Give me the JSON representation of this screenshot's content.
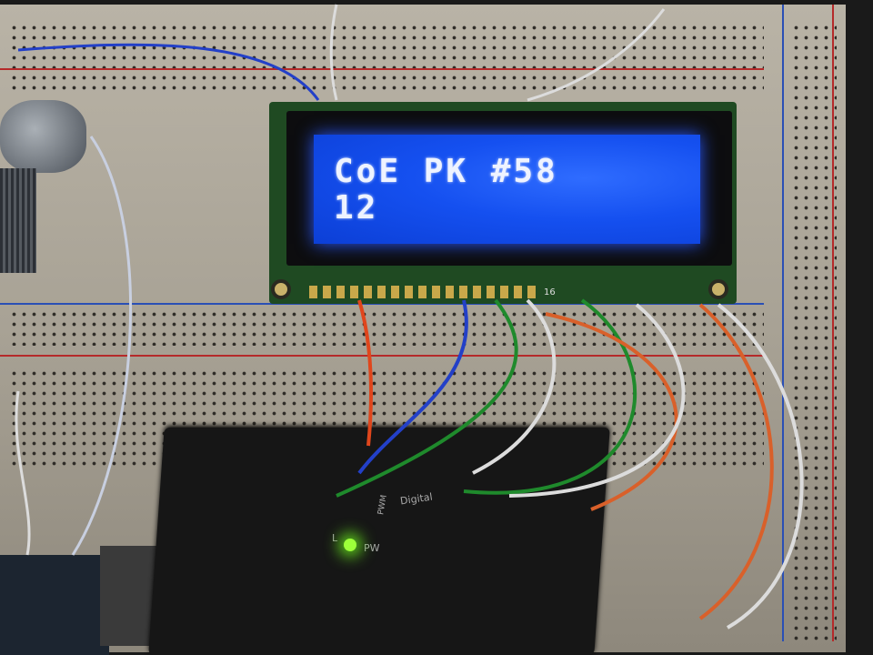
{
  "lcd": {
    "line1": "CoE PK #58",
    "line2": "12",
    "backlight_color": "#1550f0",
    "pin_label": "16"
  },
  "arduino": {
    "label_digital": "Digital",
    "label_pwm": "PWM",
    "label_l": "L",
    "label_pw": "PW"
  },
  "wire_colors": {
    "red": "#e0461c",
    "blue": "#2340c8",
    "green": "#1f8a2c",
    "white": "#dcdcdc",
    "orange": "#d9602a"
  }
}
